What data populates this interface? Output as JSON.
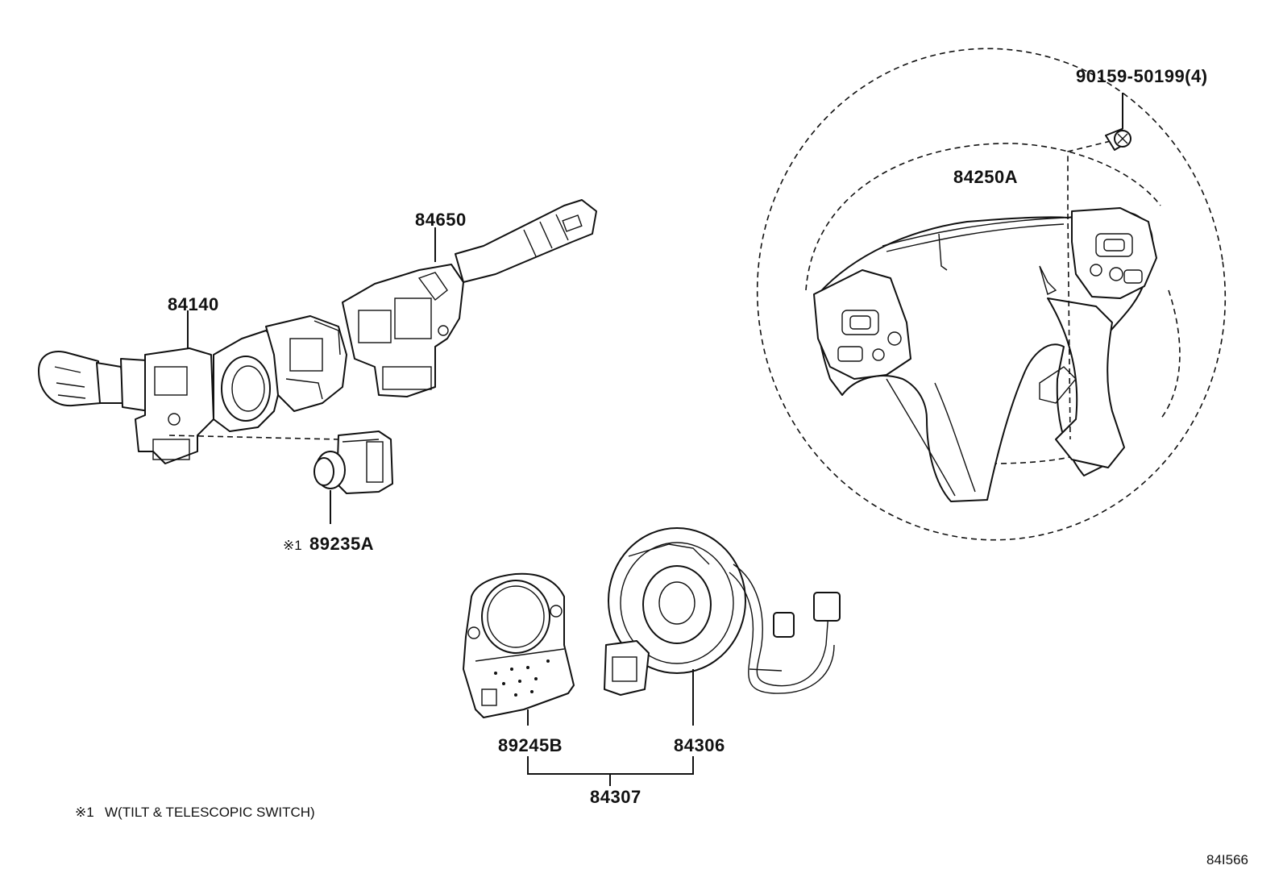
{
  "callouts": {
    "bolt": "90159-50199(4)",
    "steering_wheel": "84250A",
    "wiper_switch": "84650",
    "combination_switch": "84140",
    "tilt_switch_mark": "※1",
    "tilt_switch": "89235A",
    "steering_sensor": "89245B",
    "spiral_cable": "84306",
    "spiral_assembly": "84307"
  },
  "footnote": {
    "mark": "※1",
    "text": "W(TILT & TELESCOPIC SWITCH)"
  },
  "illustration_code": "84I566"
}
